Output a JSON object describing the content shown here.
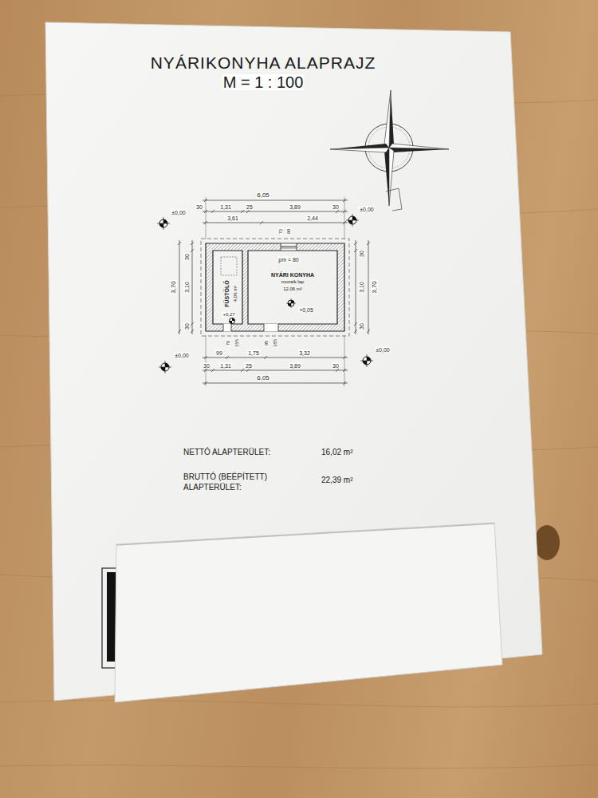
{
  "diagram": {
    "title": "NYÁRIKONYHA ALAPRAJZ",
    "nodes": [
      {
        "text": [
          "FÜSTÖLŐ",
          "4,06 m²"
        ]
      },
      {
        "text": [
          "NYÁRI KONYHA",
          "mozaik lap",
          "12,06 m²"
        ]
      }
    ],
    "labels": [
      "M = 1 : 100",
      "6,05",
      "30",
      "1,31",
      "25",
      "3,89",
      "30",
      "3,61",
      "2,44",
      "±0,00",
      "±0,00",
      "72",
      "90",
      "pm = 80",
      "3,70",
      "30",
      "3,10",
      "30",
      "30",
      "3,10",
      "30",
      "3,70",
      "+0,27",
      "+0,05",
      "70",
      "155",
      "95",
      "185",
      "±0,00",
      "±0,00",
      "99",
      "1,75",
      "3,32",
      "30",
      "1,31",
      "25",
      "3,89",
      "30",
      "6,05",
      "NETTÓ ALAPTERÜLET:",
      "16,02 m²",
      "BRUTTÓ (BEÉPÍTETT) ALAPTERÜLET:",
      "22,39 m²"
    ]
  }
}
